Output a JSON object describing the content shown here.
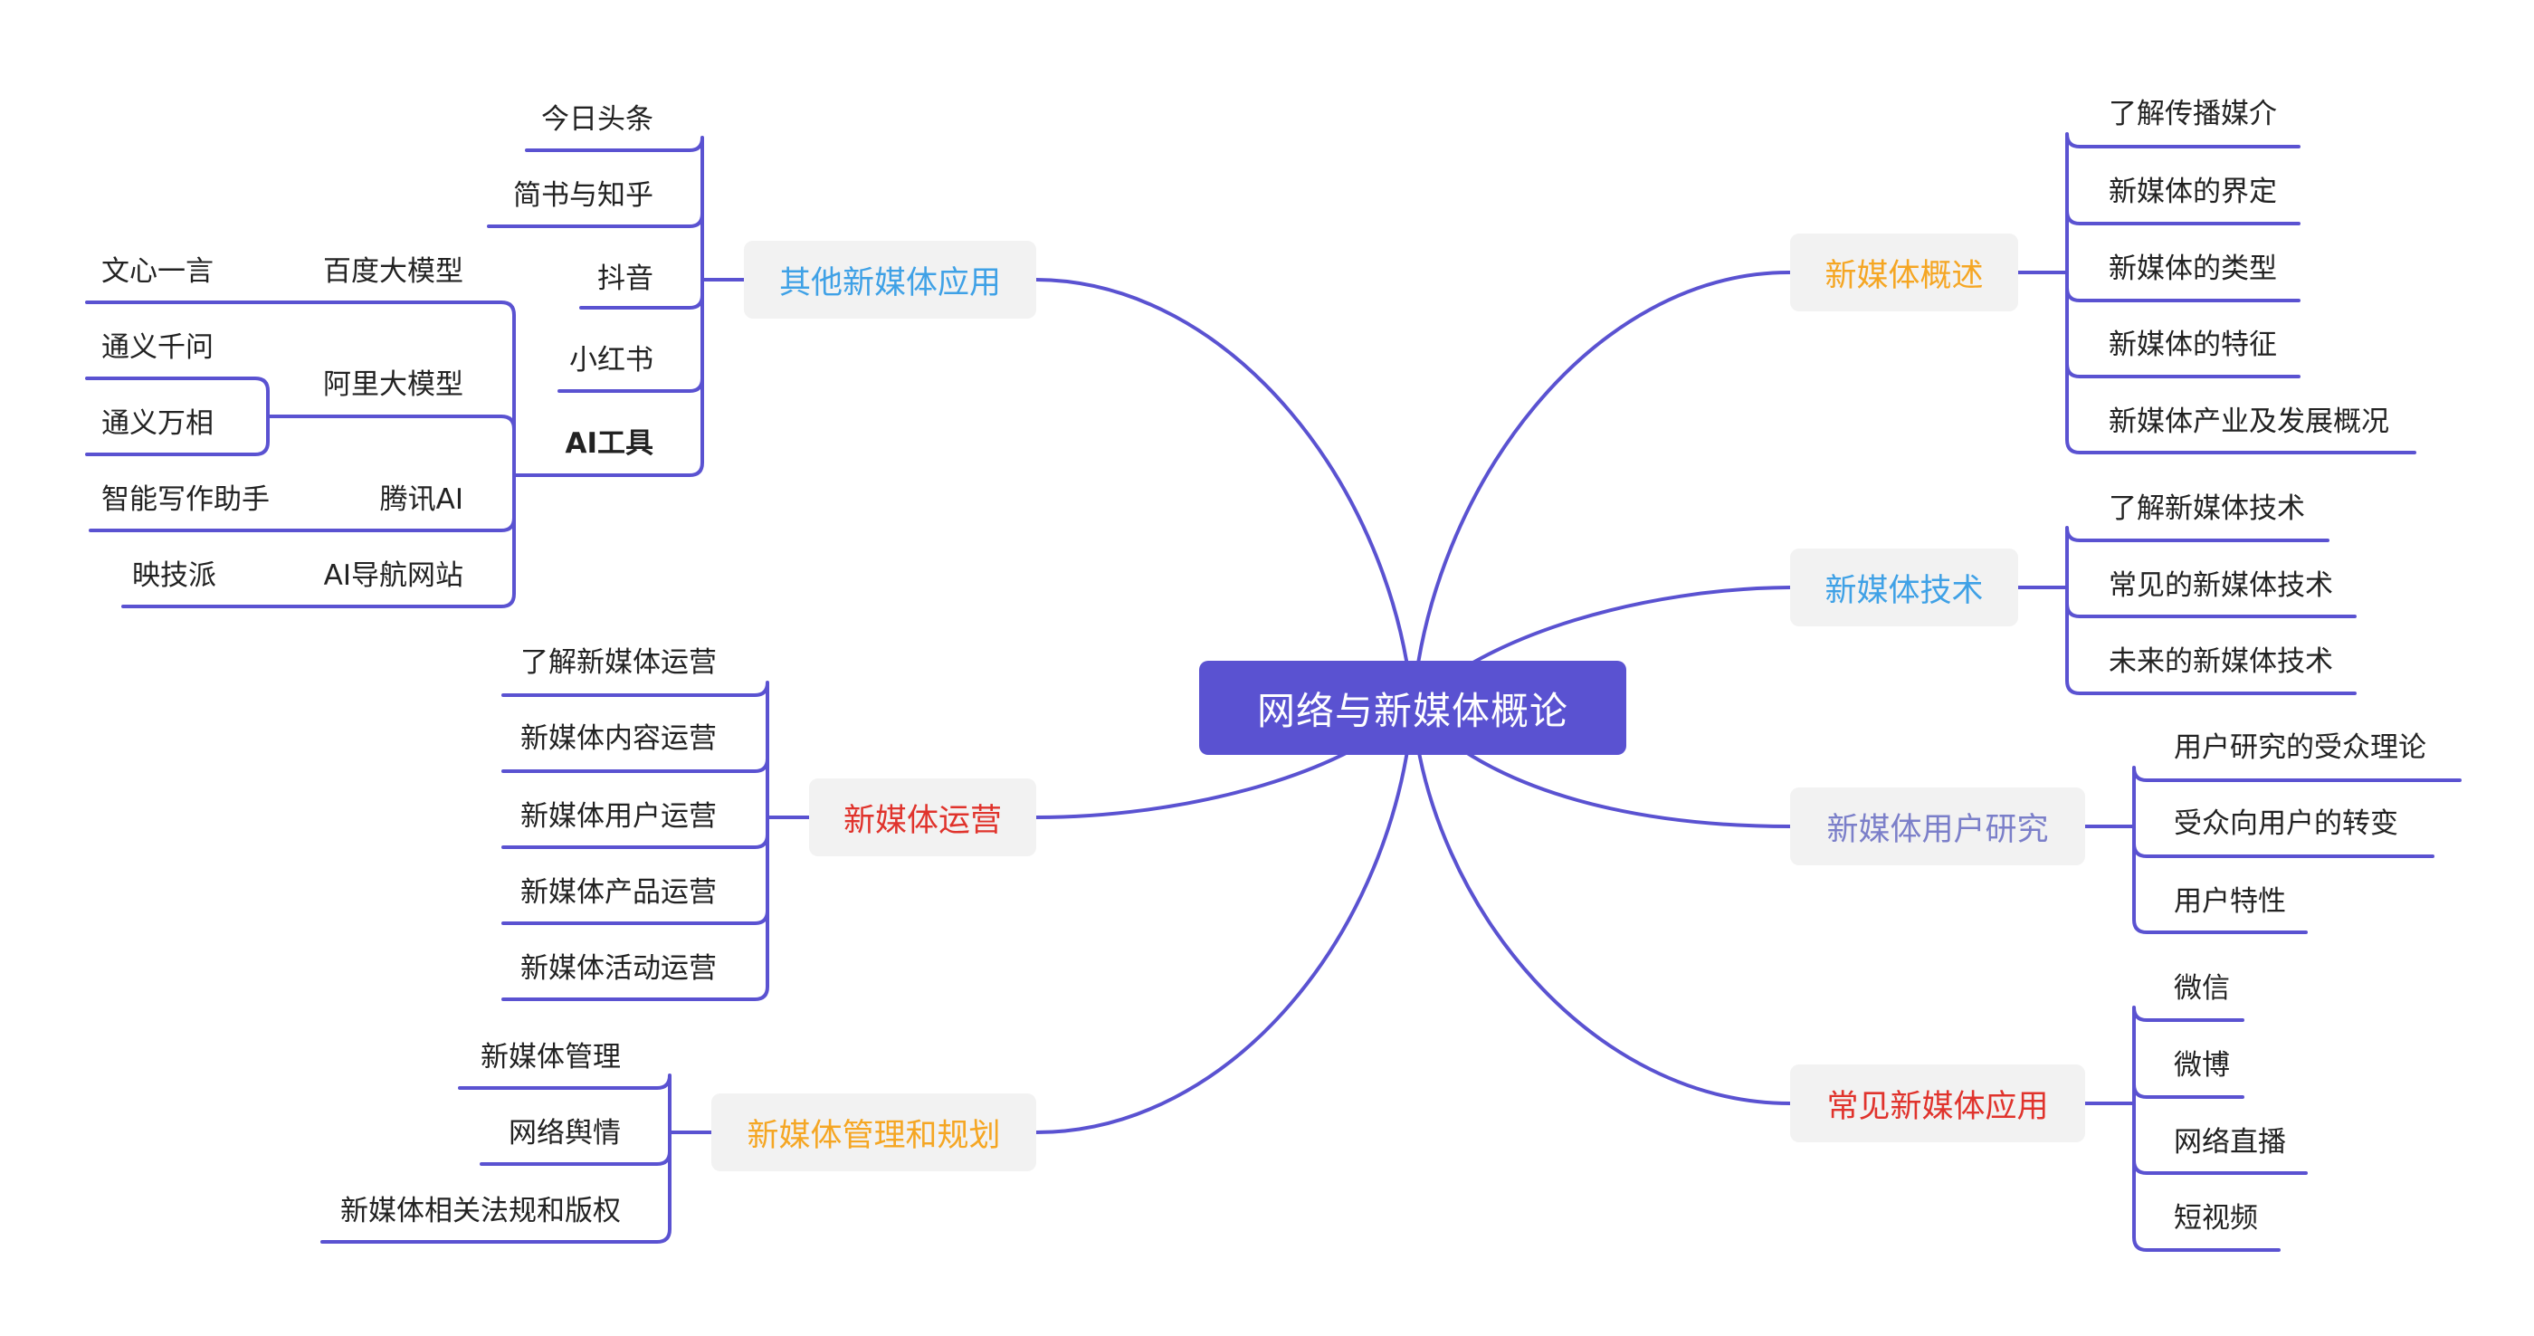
{
  "root": {
    "label": "网络与新媒体概论"
  },
  "colors": {
    "line": "#5a52d1",
    "root_bg": "#5a52d1",
    "orange": "#f5a623",
    "blue": "#3fa1e6",
    "red": "#e0332c",
    "purple": "#7b7fc9"
  },
  "branches": {
    "overview": {
      "label": "新媒体概述",
      "color": "orange",
      "children": [
        "了解传播媒介",
        "新媒体的界定",
        "新媒体的类型",
        "新媒体的特征",
        "新媒体产业及发展概况"
      ]
    },
    "tech": {
      "label": "新媒体技术",
      "color": "blue",
      "children": [
        "了解新媒体技术",
        "常见的新媒体技术",
        "未来的新媒体技术"
      ]
    },
    "users": {
      "label": "新媒体用户研究",
      "color": "purple",
      "children": [
        "用户研究的受众理论",
        "受众向用户的转变",
        "用户特性"
      ]
    },
    "apps": {
      "label": "常见新媒体应用",
      "color": "red",
      "children": [
        "微信",
        "微博",
        "网络直播",
        "短视频"
      ]
    },
    "other": {
      "label": "其他新媒体应用",
      "color": "blue",
      "children": [
        "今日头条",
        "简书与知乎",
        "抖音",
        "小红书",
        "AI工具"
      ],
      "ai_tools": [
        {
          "label": "百度大模型",
          "children": [
            "文心一言"
          ]
        },
        {
          "label": "阿里大模型",
          "children": [
            "通义千问",
            "通义万相"
          ]
        },
        {
          "label": "腾讯AI",
          "children": [
            "智能写作助手"
          ]
        },
        {
          "label": "AI导航网站",
          "children": [
            "映技派"
          ]
        }
      ]
    },
    "operation": {
      "label": "新媒体运营",
      "color": "red",
      "children": [
        "了解新媒体运营",
        "新媒体内容运营",
        "新媒体用户运营",
        "新媒体产品运营",
        "新媒体活动运营"
      ]
    },
    "management": {
      "label": "新媒体管理和规划",
      "color": "orange",
      "children": [
        "新媒体管理",
        "网络舆情",
        "新媒体相关法规和版权"
      ]
    }
  }
}
